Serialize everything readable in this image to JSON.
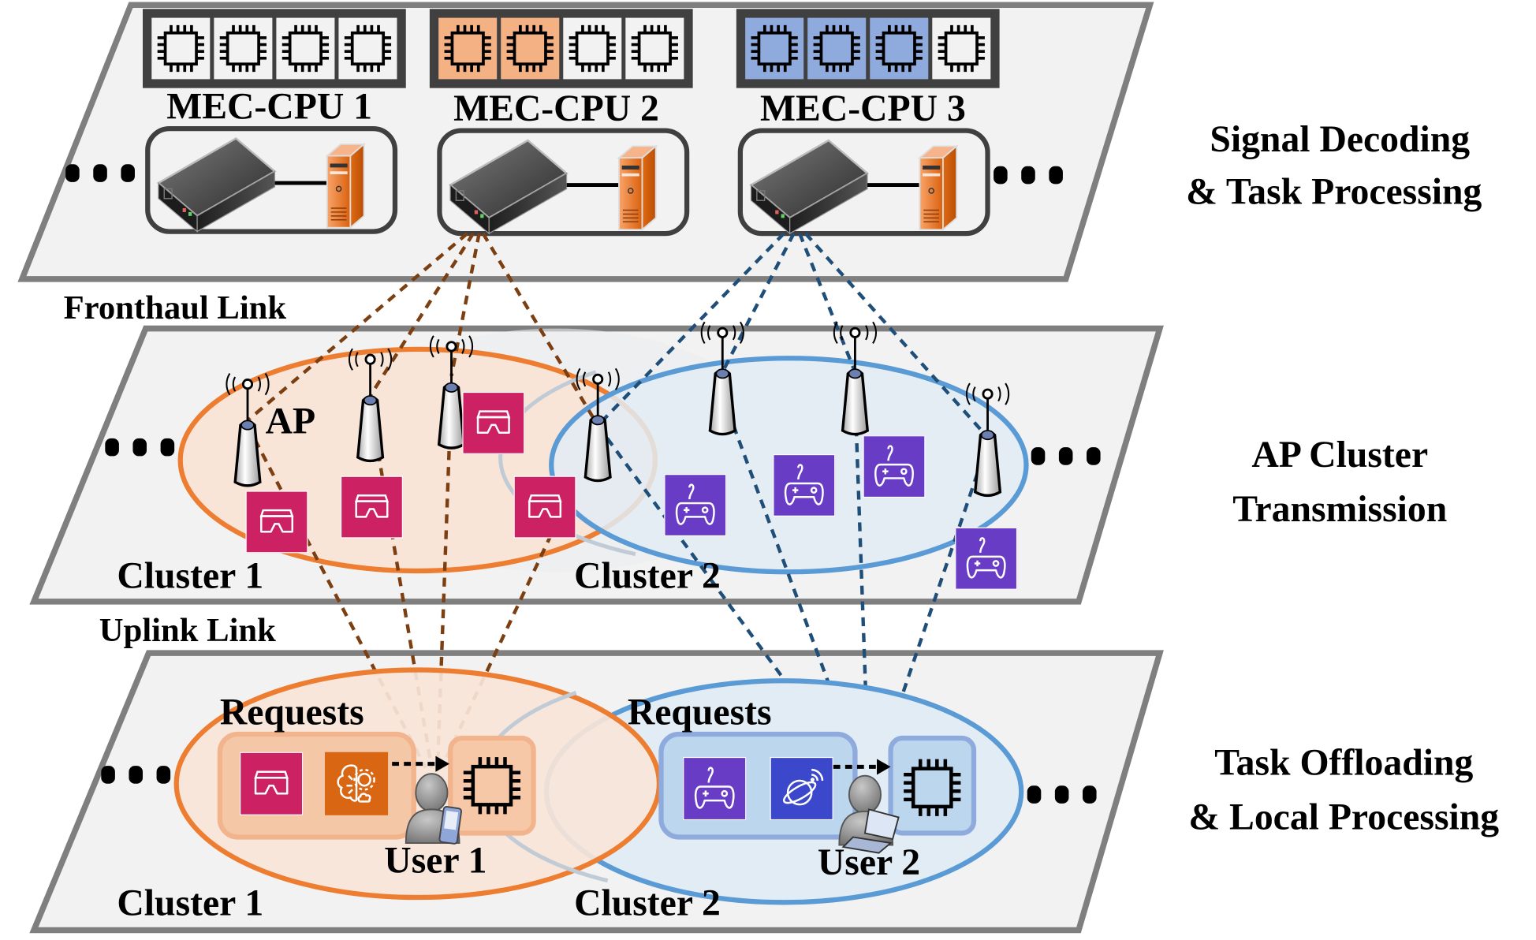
{
  "layers": [
    {
      "name": "signal-decoding-layer",
      "side_label_line1": "Signal Decoding",
      "side_label_line2": "& Task Processing"
    },
    {
      "name": "ap-cluster-layer",
      "side_label_line1": "AP Cluster",
      "side_label_line2": "Transmission"
    },
    {
      "name": "task-offloading-layer",
      "side_label_line1": "Task Offloading",
      "side_label_line2": "& Local Processing"
    }
  ],
  "mec_cpus": [
    {
      "label": "MEC-CPU 1",
      "cores_total": 4,
      "cores_used": 0,
      "used_color": "#f4b183"
    },
    {
      "label": "MEC-CPU 2",
      "cores_total": 4,
      "cores_used": 2,
      "used_color": "#f4b183"
    },
    {
      "label": "MEC-CPU 3",
      "cores_total": 4,
      "cores_used": 3,
      "used_color": "#8faadc"
    }
  ],
  "links": {
    "fronthaul_label": "Fronthaul Link",
    "uplink_label": "Uplink Link"
  },
  "ap_layer": {
    "ap_label": "AP",
    "cluster1_label": "Cluster 1",
    "cluster2_label": "Cluster 2",
    "cluster1_task_icon": "vr-headset-icon",
    "cluster2_task_icon": "gamepad-icon"
  },
  "user_layer": {
    "cluster1_label": "Cluster 1",
    "cluster2_label": "Cluster 2",
    "user1": {
      "label": "User 1",
      "requests_label": "Requests",
      "request_icons": [
        "vr-headset-icon",
        "ai-brain-icon"
      ],
      "device": "smartphone"
    },
    "user2": {
      "label": "User 2",
      "requests_label": "Requests",
      "request_icons": [
        "gamepad-icon",
        "satellite-globe-icon"
      ],
      "device": "laptop"
    }
  },
  "colors": {
    "cluster1_stroke": "#ed7d31",
    "cluster1_fill": "#f8e5d8",
    "cluster2_stroke": "#5b9bd5",
    "cluster2_fill": "#e2ecf5",
    "vr_tile": "#cc2264",
    "game_tile": "#693cc5",
    "ai_tile": "#d86613",
    "globe_tile": "#3b48cc",
    "fronthaul_brown": "#7b3f12",
    "fronthaul_blue": "#1f4e79"
  }
}
